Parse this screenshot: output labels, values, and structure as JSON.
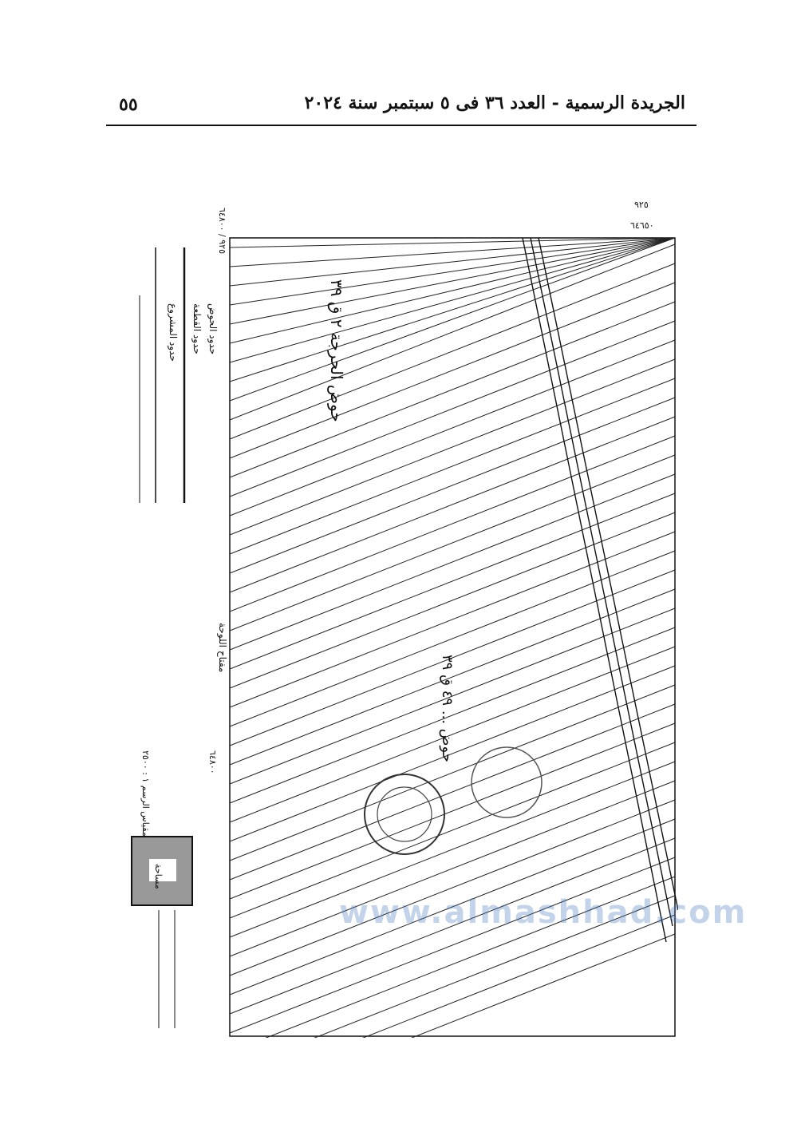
{
  "header": {
    "page_number": "٥٥",
    "title": "الجريدة الرسمية - العدد ٣٦ فى ٥ سبتمبر سنة ٢٠٢٤"
  },
  "map": {
    "coord_top_fraction": "٩٢٥",
    "coord_top_value": "٦٤٦٥٠",
    "coord_left_top": "٩٢٥ / ٦٤٨٠٠",
    "coord_bottom": "٦٤٨٠٠",
    "region_label_1": "حوض الحرجة ٢ ق ٣٩",
    "region_label_2": "حوض ... ٤٩ ق ٣٩",
    "legend_title": "مفتاح اللوحة",
    "legend_items": [
      "حدود الحوض",
      "حدود القطعة",
      "حدود المشروع"
    ],
    "scale_label": "مقياس الرسم ١ : ٢٥٠٠",
    "box_label": "مساحة"
  },
  "watermark": {
    "text": "www.almashhad.com"
  },
  "colors": {
    "watermark": "#4678be",
    "ink": "#111111"
  }
}
